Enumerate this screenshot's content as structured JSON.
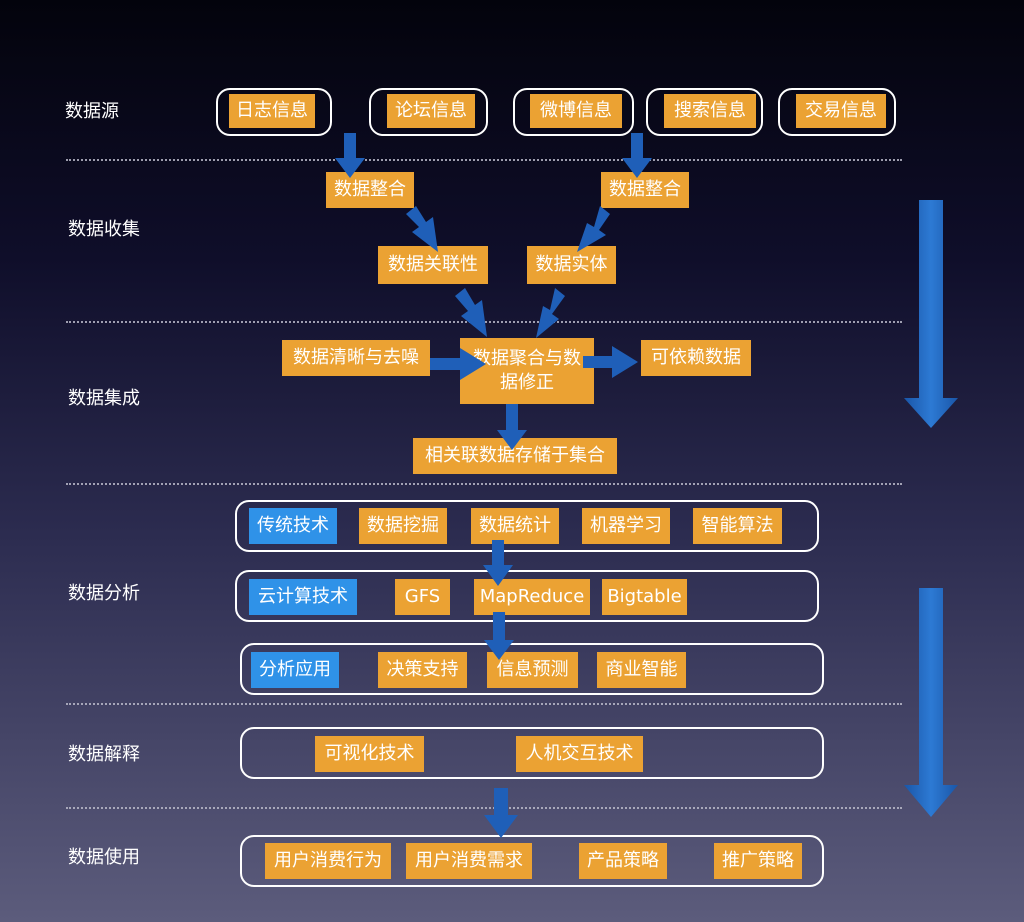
{
  "stages": {
    "source": "数据源",
    "collect": "数据收集",
    "integrate": "数据集成",
    "analyze": "数据分析",
    "interpret": "数据解释",
    "use": "数据使用"
  },
  "sources": [
    "日志信息",
    "论坛信息",
    "微博信息",
    "搜索信息",
    "交易信息"
  ],
  "collection": {
    "integrate_left": "数据整合",
    "integrate_right": "数据整合",
    "relevance": "数据关联性",
    "entity": "数据实体"
  },
  "integration": {
    "cleaning": "数据清晰与去噪",
    "aggregate": "数据聚合与数据修正",
    "reliable": "可依赖数据",
    "storage": "相关联数据存储于集合"
  },
  "analysis": {
    "row1": [
      "传统技术",
      "数据挖掘",
      "数据统计",
      "机器学习",
      "智能算法"
    ],
    "row2": [
      "云计算技术",
      "GFS",
      "MapReduce",
      "Bigtable"
    ],
    "row3": [
      "分析应用",
      "决策支持",
      "信息预测",
      "商业智能"
    ]
  },
  "interpretation": [
    "可视化技术",
    "人机交互技术"
  ],
  "usage": [
    "用户消费行为",
    "用户消费需求",
    "产品策略",
    "推广策略"
  ],
  "colors": {
    "box_orange": "#eba233",
    "box_blue": "#2f92e8",
    "arrow_blue": "#1f5fb8",
    "frame": "#ffffff"
  }
}
